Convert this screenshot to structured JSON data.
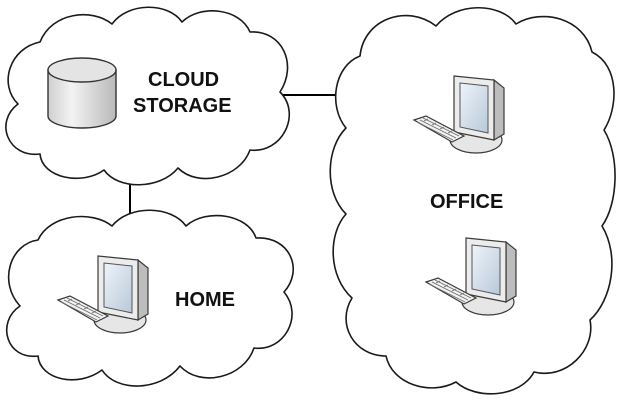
{
  "diagram": {
    "nodes": {
      "cloud_storage": {
        "line1": "CLOUD",
        "line2": "STORAGE",
        "icon": "database-cylinder-icon"
      },
      "home": {
        "label": "HOME",
        "icon": "desktop-computer-icon"
      },
      "office": {
        "label": "OFFICE",
        "icon": "desktop-computer-icon"
      }
    },
    "edges": [
      {
        "from": "cloud_storage",
        "to": "office"
      },
      {
        "from": "cloud_storage",
        "to": "home"
      }
    ]
  }
}
